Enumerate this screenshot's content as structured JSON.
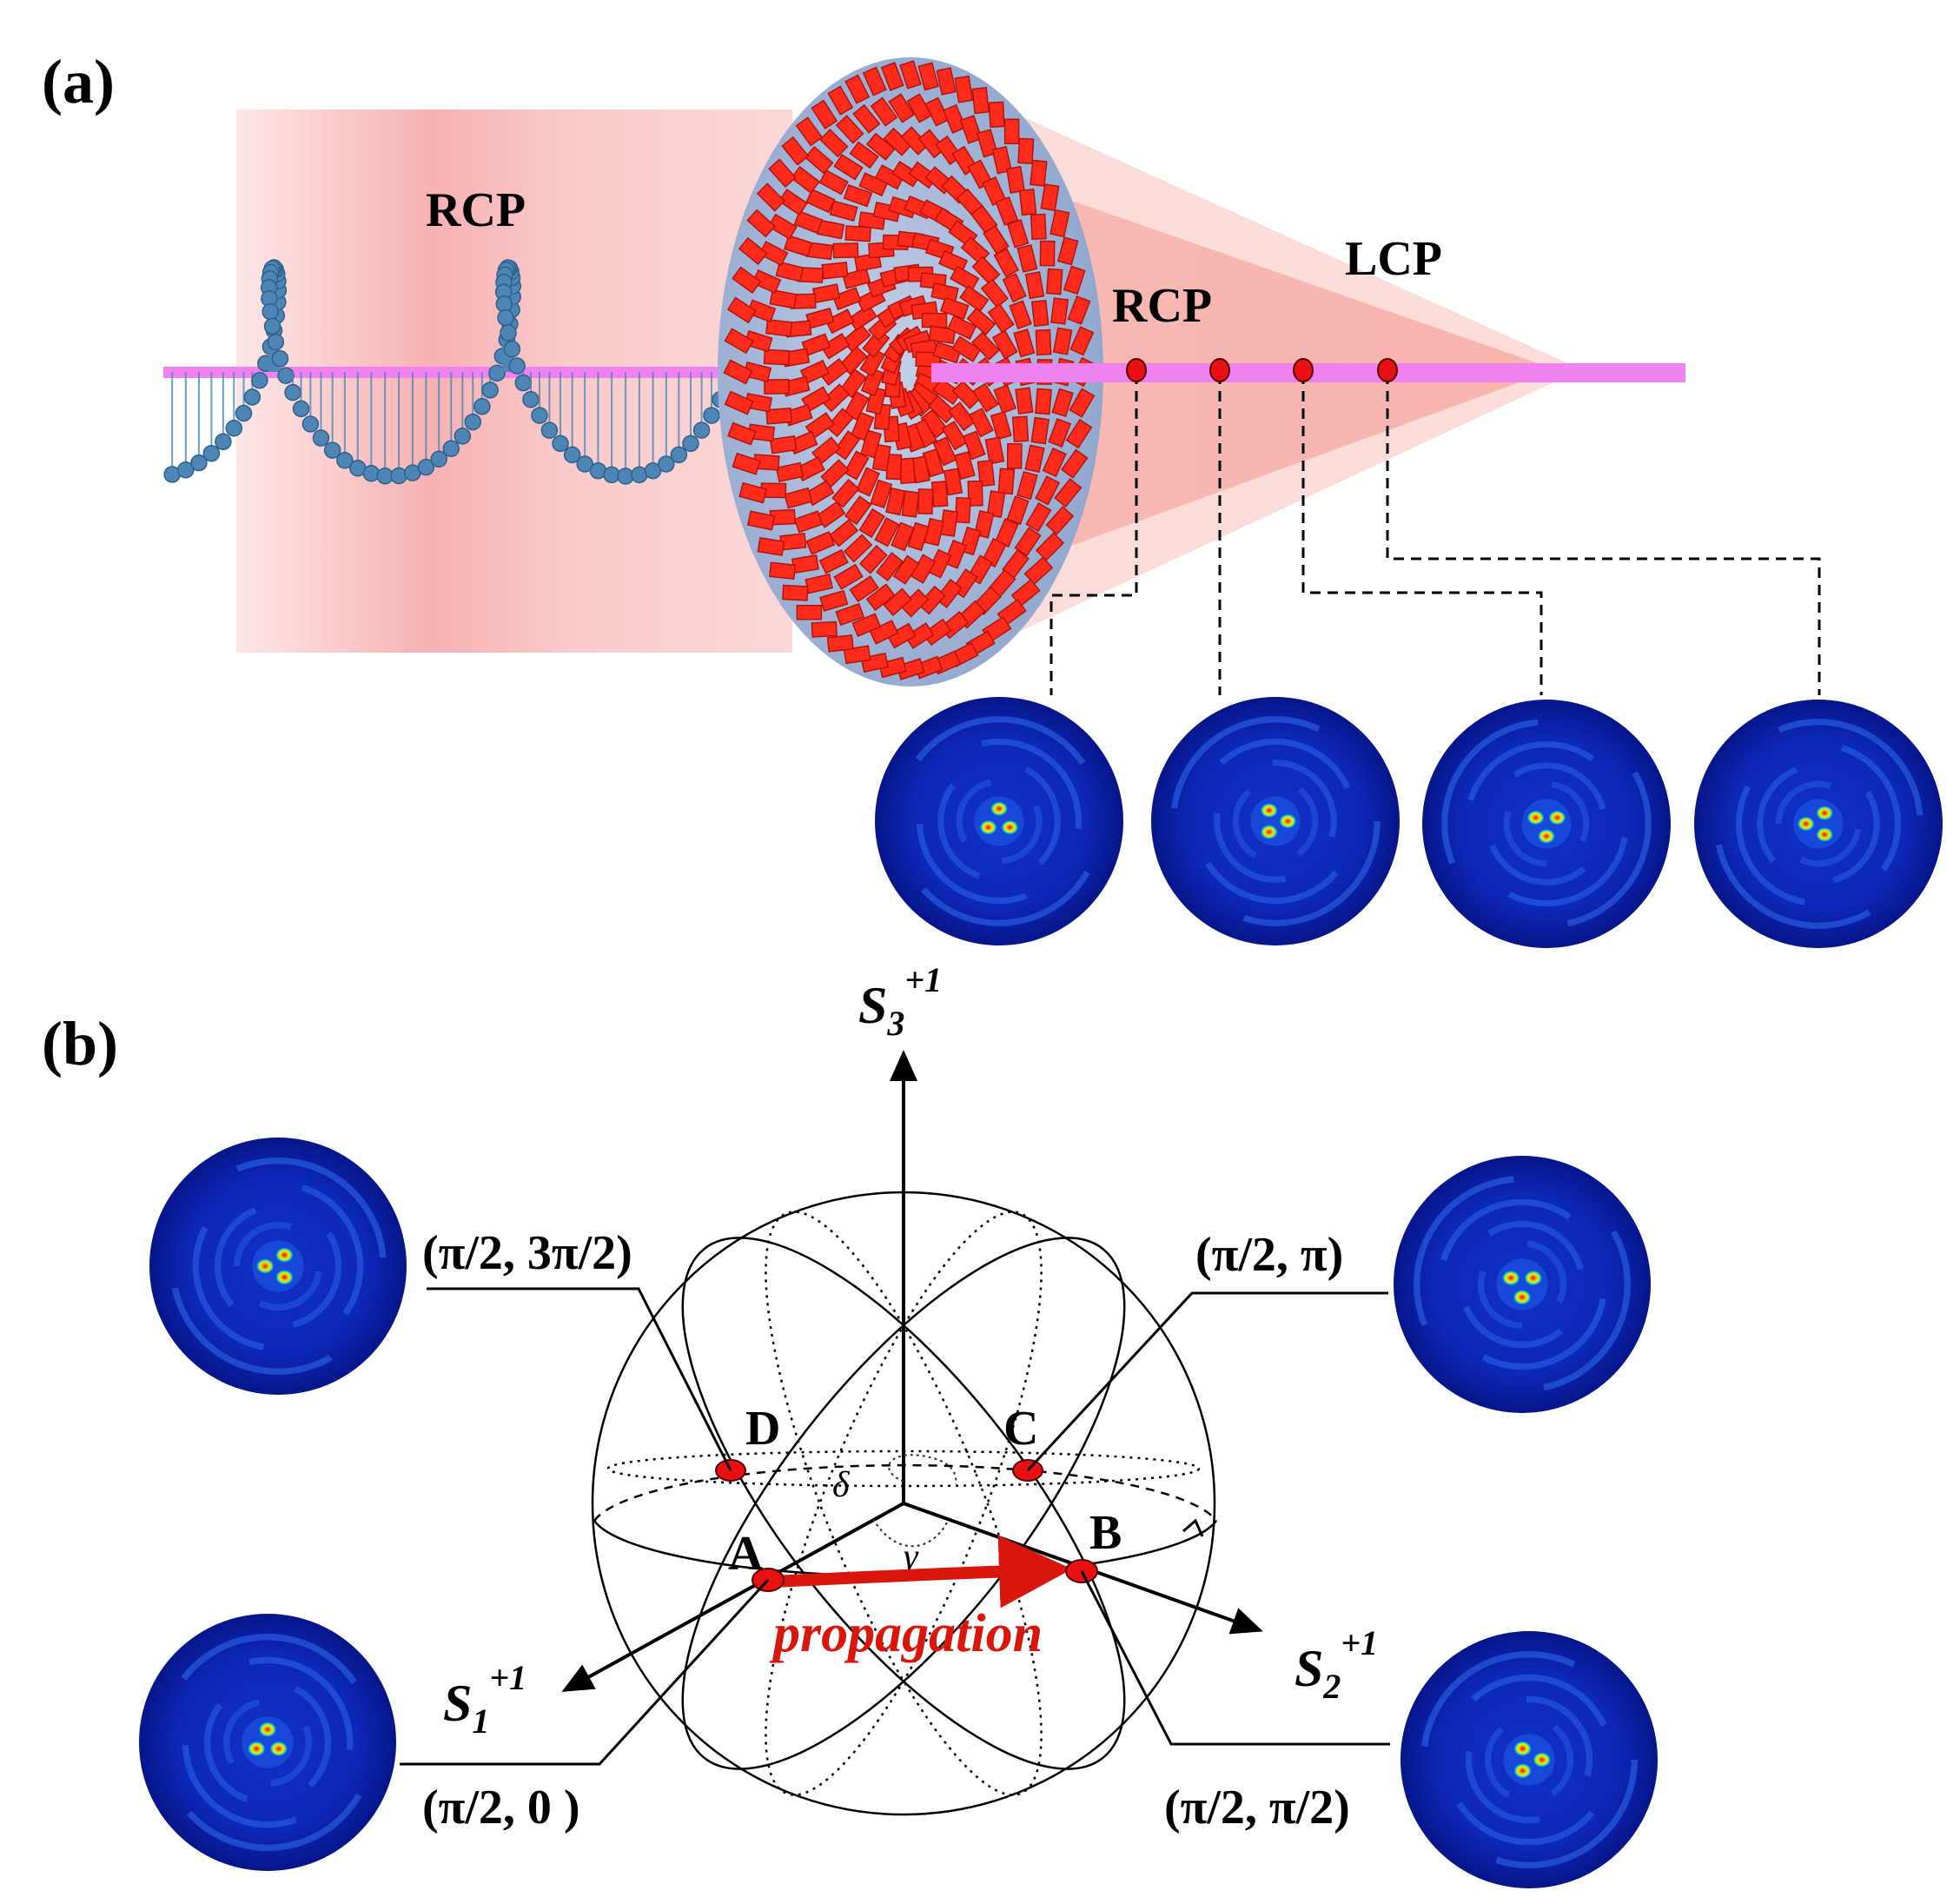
{
  "panel_a": {
    "label": "(a)",
    "input_polarization": "RCP",
    "output_labels": [
      "RCP",
      "LCP"
    ]
  },
  "panel_b": {
    "label": "(b)",
    "axes": {
      "s1": {
        "base": "S",
        "sub": "1",
        "sup": "+1"
      },
      "s2": {
        "base": "S",
        "sub": "2",
        "sup": "+1"
      },
      "s3": {
        "base": "S",
        "sub": "3",
        "sup": "+1"
      }
    },
    "points": [
      {
        "name": "A",
        "coord": "(π/2, 0 )"
      },
      {
        "name": "B",
        "coord": "(π/2, π/2)"
      },
      {
        "name": "C",
        "coord": "(π/2, π)"
      },
      {
        "name": "D",
        "coord": "(π/2, 3π/2)"
      }
    ],
    "angles": {
      "delta": "δ",
      "gamma": "γ"
    },
    "propagation_label": "propagation"
  },
  "colors": {
    "beam_pink": "#f59a9a",
    "axis_magenta": "#ef82ef",
    "metasurface_red": "#ff2a1a",
    "disk_blue": "#9fb3d6",
    "helix_blue": "#4d86b5",
    "marker_red": "#e81010",
    "propagation_red": "#d8160c",
    "pattern_dark_blue": "#0a1fa8"
  }
}
